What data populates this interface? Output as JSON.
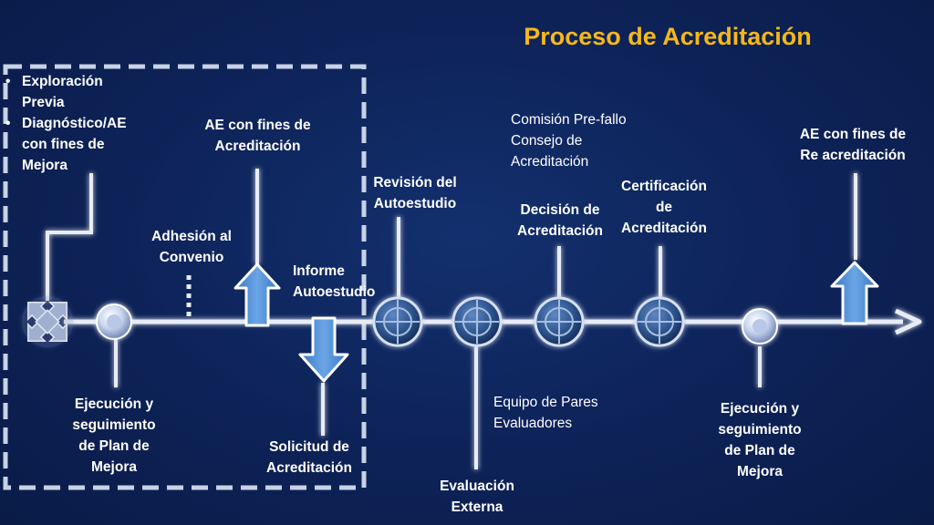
{
  "title": "Proceso de Acreditación",
  "bullets": [
    "Exploración Previa",
    "Diagnóstico/AE con fines de Mejora"
  ],
  "labels": {
    "ae_acreditacion": [
      "AE con fines de",
      "Acreditación"
    ],
    "adhesion": [
      "Adhesión al",
      "Convenio"
    ],
    "informe": [
      "Informe",
      "Autoestudio"
    ],
    "revision": [
      "Revisión del",
      "Autoestudio"
    ],
    "comision": [
      "Comisión Pre-fallo",
      "Consejo de",
      "Acreditación"
    ],
    "decision": [
      "Decisión de",
      "Acreditación"
    ],
    "certificacion": [
      "Certificación",
      "de",
      "Acreditación"
    ],
    "ae_reacreditacion": [
      "AE con fines de",
      "Re acreditación"
    ],
    "ejecucion_1": [
      "Ejecución y",
      "seguimiento",
      "de Plan de",
      "Mejora"
    ],
    "solicitud": [
      "Solicitud de",
      "Acreditación"
    ],
    "equipo": [
      "Equipo de Pares",
      "Evaluadores"
    ],
    "evaluacion": [
      "Evaluación",
      "Externa"
    ],
    "ejecucion_2": [
      "Ejecución y",
      "seguimiento",
      "de Plan de",
      "Mejora"
    ]
  },
  "colors": {
    "background": "#0d2257",
    "title": "#f5b81c",
    "line": "#e8ecf5",
    "arrow": "#4f8fd6",
    "dashed_box": "#c7d2e6"
  },
  "icons": {
    "start": "cross-arrows-icon",
    "milestone": "target-circle-icon",
    "minor": "small-orb-icon",
    "up": "up-arrow-icon",
    "down": "down-arrow-icon"
  }
}
